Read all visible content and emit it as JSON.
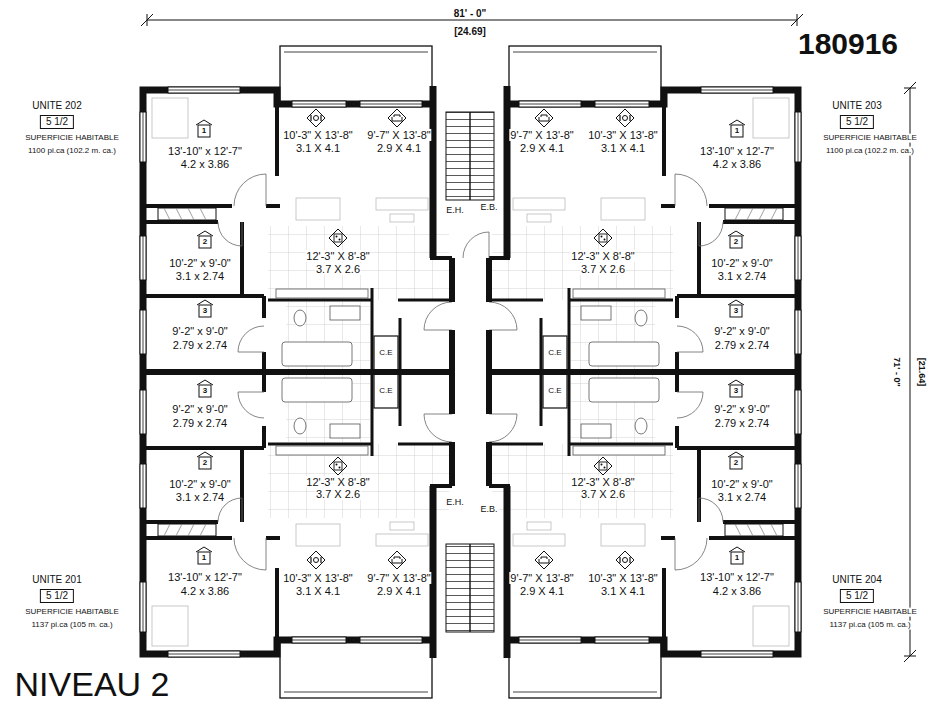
{
  "diagram": {
    "title": "NIVEAU 2",
    "nodes": [
      {
        "text": [
          "5 1/2"
        ]
      },
      {
        "text": [
          "5 1/2"
        ]
      },
      {
        "text": [
          "5 1/2"
        ]
      },
      {
        "text": [
          "5 1/2"
        ]
      }
    ],
    "labels": [
      "81' - 0\"",
      "[24.69]",
      "180916",
      "UNITE 202",
      "SUPERFICIE HABITABLE",
      "1100 pi.ca (102.2 m. ca.)",
      "UNITE 203",
      "SUPERFICIE HABITABLE",
      "1100 pi.ca (102.2 m. ca.)",
      "1",
      "13'-10\" x 12'-7\"",
      "4.2 x 3.86",
      "10'-3\" X 13'-8\"",
      "3.1 X 4.1",
      "9'-7\" X 13'-8\"",
      "2.9 X 4.1",
      "9'-7\" X 13'-8\"",
      "2.9 X 4.1",
      "10'-3\" X 13'-8\"",
      "3.1 X 4.1",
      "1",
      "13'-10\" x 12'-7\"",
      "4.2 x 3.86",
      "E.H.",
      "E.B.",
      "2",
      "10'-2\" x 9'-0\"",
      "3.1 x 2.74",
      "12'-3\" X 8'-8\"",
      "3.7 X 2.6",
      "12'-3\" X 8'-8\"",
      "3.7 X 2.6",
      "2",
      "10'-2\" x 9'-0\"",
      "3.1 x 2.74",
      "3",
      "9'-2\" x 9'-0\"",
      "2.79 x 2.74",
      "3",
      "9'-2\" x 9'-0\"",
      "2.79 x 2.74",
      "C.E",
      "C.E",
      "71' - 0\"",
      "[21.64]",
      "C.E",
      "C.E",
      "3",
      "9'-2\" x 9'-0\"",
      "2.79 x 2.74",
      "3",
      "9'-2\" x 9'-0\"",
      "2.79 x 2.74",
      "2",
      "10'-2\" x 9'-0\"",
      "3.1 x 2.74",
      "12'-3\" X 8'-8\"",
      "3.7 X 2.6",
      "12'-3\" X 8'-8\"",
      "3.7 X 2.6",
      "2",
      "10'-2\" x 9'-0\"",
      "3.1 x 2.74",
      "E.H.",
      "E.B.",
      "1",
      "13'-10\" x 12'-7\"",
      "4.2 x 3.86",
      "10'-3\" X 13'-8\"",
      "3.1 X 4.1",
      "9'-7\" X 13'-8\"",
      "2.9 X 4.1",
      "9'-7\" X 13'-8\"",
      "2.9 X 4.1",
      "10'-3\" X 13'-8\"",
      "3.1 X 4.1",
      "1",
      "13'-10\" x 12'-7\"",
      "4.2 x 3.86",
      "UNITE 201",
      "SUPERFICIE HABITABLE",
      "1137 pi.ca (105 m. ca.)",
      "UNITE 204",
      "SUPERFICIE HABITABLE",
      "1137 pi.ca (105 m. ca.)"
    ]
  }
}
